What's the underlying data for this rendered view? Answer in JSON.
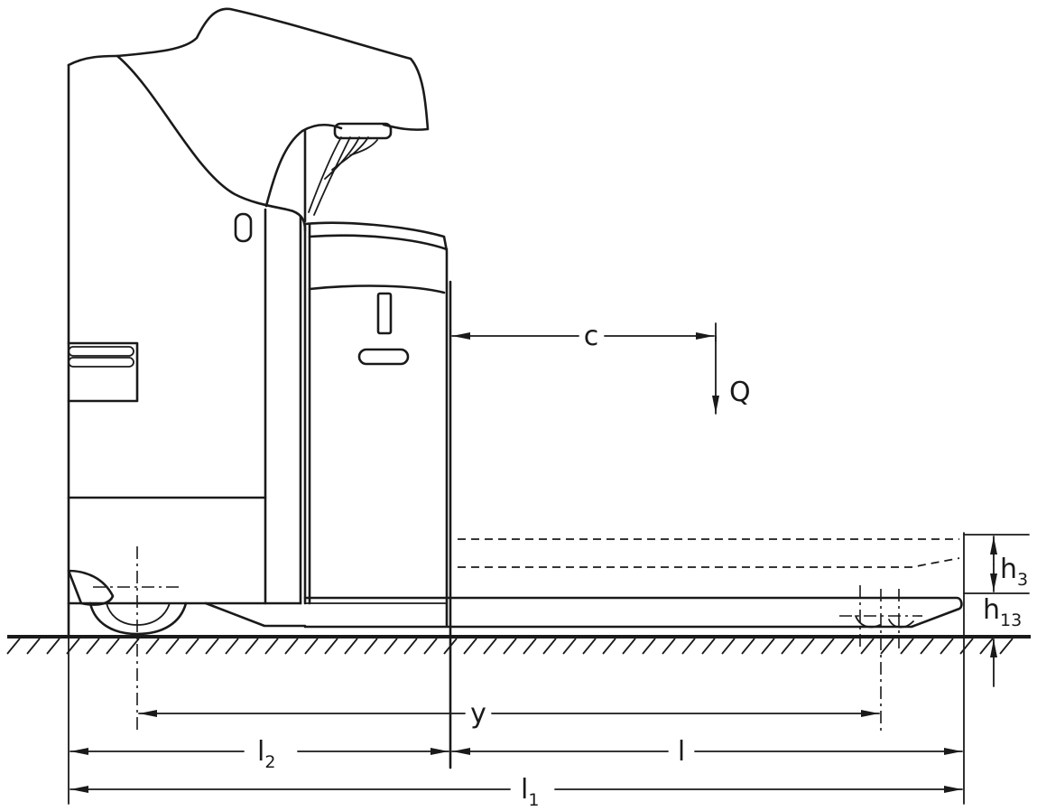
{
  "labels": {
    "c": "c",
    "q": "Q",
    "h3_main": "h",
    "h3_sub": "3",
    "h13_main": "h",
    "h13_sub": "13",
    "y": "y",
    "l2_main": "l",
    "l2_sub": "2",
    "l": "l",
    "l1_main": "l",
    "l1_sub": "1"
  },
  "colors": {
    "line": "#1a1a1a",
    "background": "#ffffff"
  }
}
